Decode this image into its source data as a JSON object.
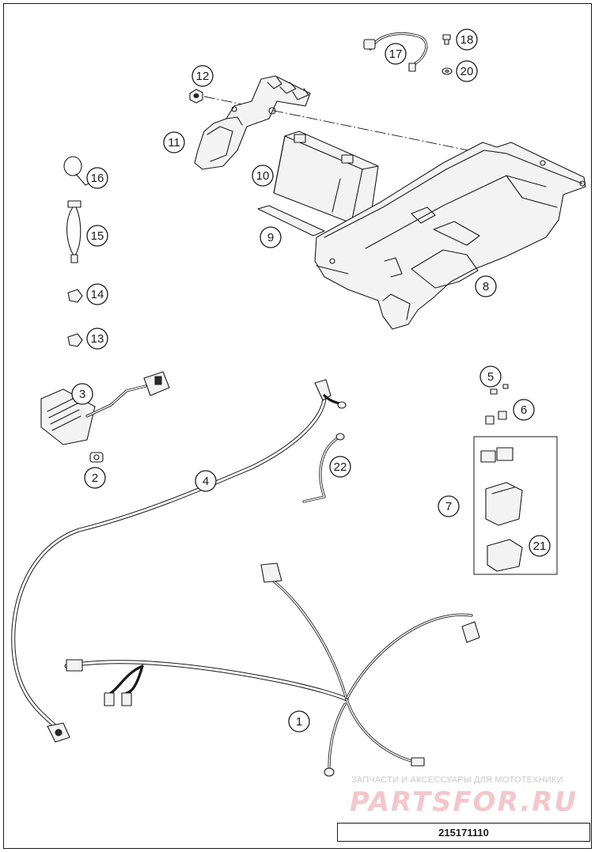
{
  "diagram": {
    "reference_number": "215171110",
    "callouts": [
      "1",
      "2",
      "3",
      "4",
      "5",
      "6",
      "7",
      "8",
      "9",
      "10",
      "11",
      "12",
      "13",
      "14",
      "15",
      "16",
      "17",
      "18",
      "20",
      "21",
      "22"
    ]
  },
  "watermark": {
    "caption": "ЗАПЧАСТИ И АКСЕССУАРЫ ДЛЯ МОТОТЕХНИКИ",
    "logo_text": "PartsFor.ru"
  }
}
